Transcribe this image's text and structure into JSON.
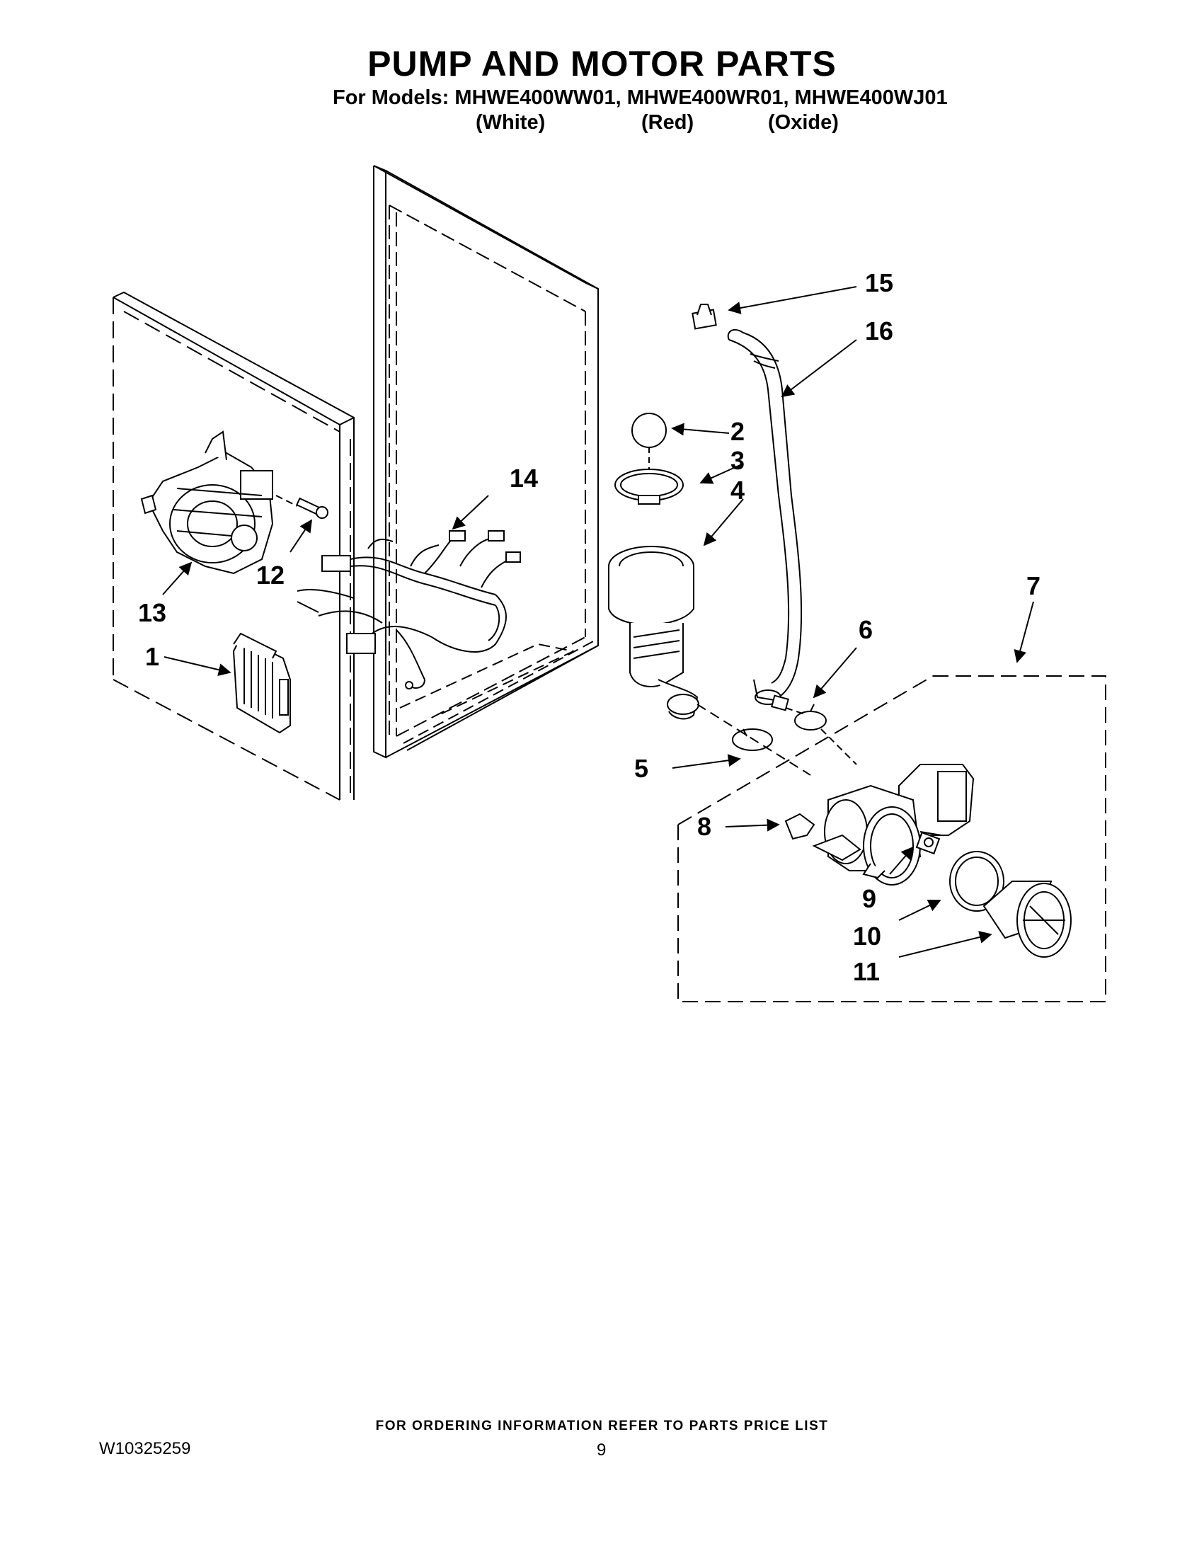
{
  "page": {
    "title": "PUMP AND MOTOR PARTS",
    "models_prefix": "For Models:",
    "models": [
      {
        "code": "MHWE400WW01,",
        "variant": "(White)"
      },
      {
        "code": "MHWE400WR01,",
        "variant": "(Red)"
      },
      {
        "code": "MHWE400WJ01",
        "variant": "(Oxide)"
      }
    ],
    "footer_note": "FOR ORDERING INFORMATION REFER TO PARTS PRICE LIST",
    "doc_number": "W10325259",
    "page_number": "9"
  },
  "callouts": [
    "1",
    "2",
    "3",
    "4",
    "5",
    "6",
    "7",
    "8",
    "9",
    "10",
    "11",
    "12",
    "13",
    "14",
    "15",
    "16"
  ]
}
